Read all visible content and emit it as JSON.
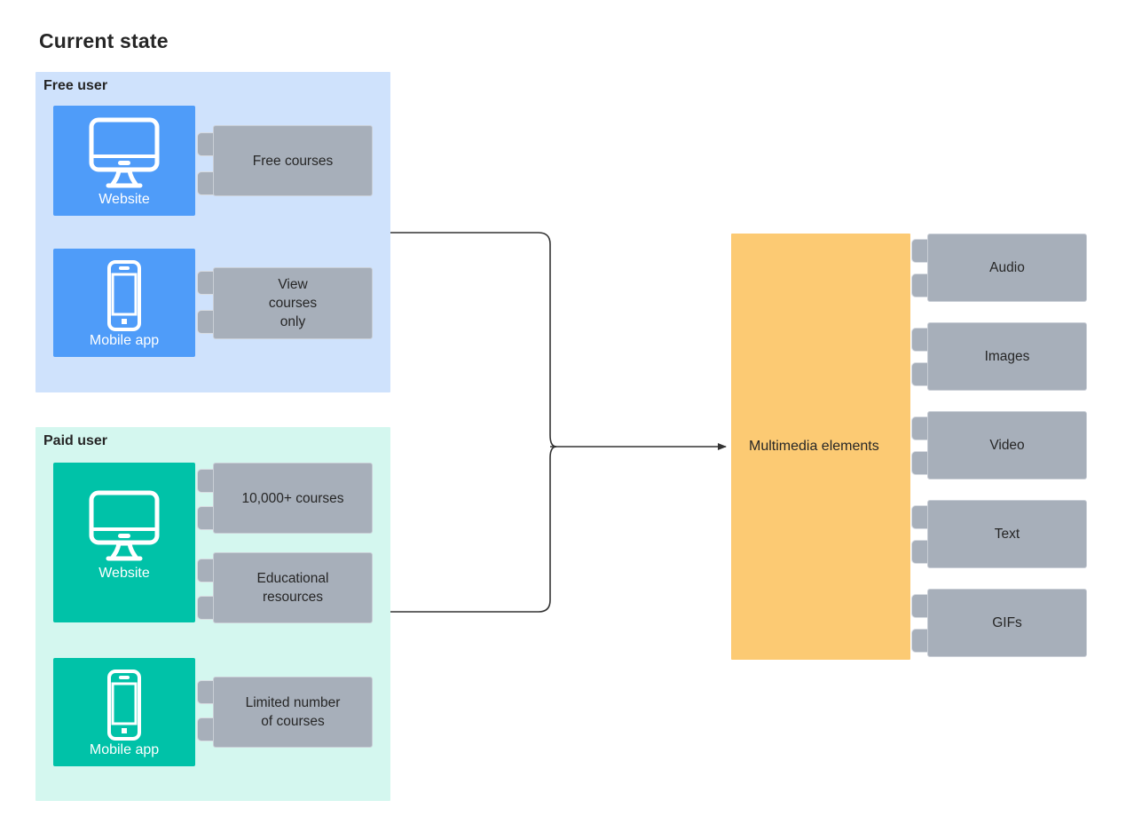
{
  "diagram": {
    "title": "Current state",
    "colors": {
      "free_panel_bg": "#cfe2fc",
      "free_tile": "#4f9cf9",
      "paid_panel_bg": "#d4f7ef",
      "paid_tile": "#00c2a8",
      "note_box": "#a7afba",
      "hub": "#fcca73",
      "connector_stroke": "#333333",
      "text": "#262626"
    },
    "groups": [
      {
        "name": "free-user",
        "title": "Free user",
        "devices": [
          {
            "icon": "desktop-monitor-icon",
            "label": "Website",
            "note": "Free courses"
          },
          {
            "icon": "mobile-phone-icon",
            "label": "Mobile app",
            "note": "View\ncourses\nonly"
          }
        ]
      },
      {
        "name": "paid-user",
        "title": "Paid user",
        "devices": [
          {
            "icon": "desktop-monitor-icon",
            "label": "Website",
            "notes": [
              "10,000+ courses",
              "Educational\nresources"
            ]
          },
          {
            "icon": "mobile-phone-icon",
            "label": "Mobile app",
            "note": "Limited number\nof courses"
          }
        ]
      }
    ],
    "notes": {
      "free_website": "Free courses",
      "free_mobile_line1": "View",
      "free_mobile_line2": "courses",
      "free_mobile_line3": "only",
      "paid_website_a": "10,000+ courses",
      "paid_website_b_line1": "Educational",
      "paid_website_b_line2": "resources",
      "paid_mobile_line1": "Limited number",
      "paid_mobile_line2": "of courses"
    },
    "hub": {
      "label": "Multimedia elements",
      "items": [
        {
          "label": "Audio"
        },
        {
          "label": "Images"
        },
        {
          "label": "Video"
        },
        {
          "label": "Text"
        },
        {
          "label": "GIFs"
        }
      ]
    },
    "labels": {
      "website": "Website",
      "mobile_app": "Mobile app"
    }
  }
}
